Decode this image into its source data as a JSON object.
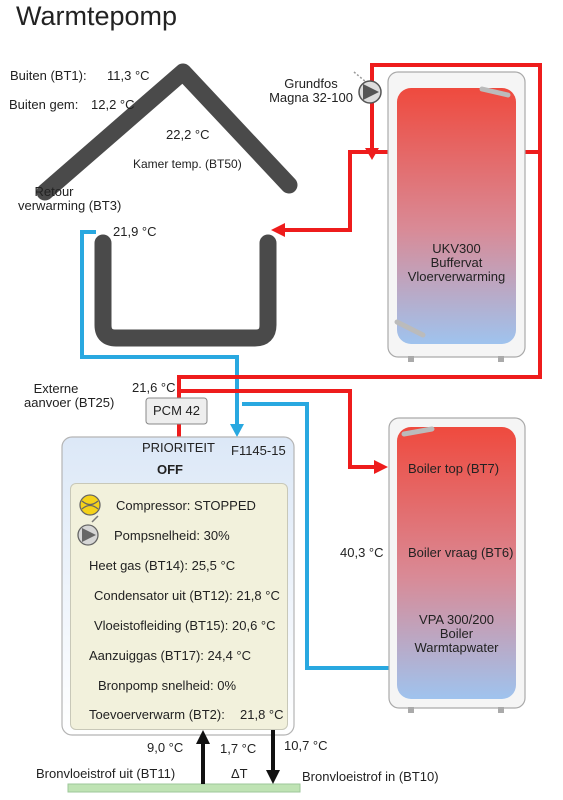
{
  "page": {
    "title": "Warmtepomp"
  },
  "outdoor": {
    "bt1_label": "Buiten (BT1):",
    "bt1_value": "11,3 °C",
    "avg_label": "Buiten gem:",
    "avg_value": "12,2 °C"
  },
  "house": {
    "room_value": "22,2 °C",
    "room_label": "Kamer temp. (BT50)"
  },
  "heating": {
    "return_label_1": "Retour",
    "return_label_2": "verwarming (BT3)",
    "return_value": "21,9 °C",
    "supply_label_1": "Externe",
    "supply_label_2": "aanvoer (BT25)",
    "supply_value": "21,6 °C"
  },
  "pump": {
    "label_1": "Grundfos",
    "label_2": "Magna 32-100"
  },
  "buffer_tank": {
    "line1": "UKV300",
    "line2": "Buffervat",
    "line3": "Vloerverwarming"
  },
  "pcm": {
    "label": "PCM 42"
  },
  "heatpump": {
    "priority_label": "PRIORITEIT",
    "priority_value": "OFF",
    "model": "F1145-15",
    "compressor": "Compressor: STOPPED",
    "pump_speed": "Pompsnelheid: 30%",
    "hot_gas": "Heet gas (BT14): 25,5 °C",
    "condenser_out": "Condensator uit (BT12): 21,8 °C",
    "liquid_line": "Vloeistofleiding (BT15): 20,6 °C",
    "suction_gas": "Aanzuiggas (BT17): 24,4 °C",
    "brine_pump": "Bronpomp snelheid: 0%",
    "supply_label": "Toevoerverwarm (BT2):",
    "supply_value": "21,8 °C"
  },
  "boiler": {
    "top": "Boiler top (BT7)",
    "demand": "Boiler vraag (BT6)",
    "demand_value": "40,3 °C",
    "line1": "VPA 300/200",
    "line2": "Boiler",
    "line3": "Warmtapwater"
  },
  "brine": {
    "out_value": "9,0 °C",
    "delta_value": "1,7 °C",
    "in_value": "10,7 °C",
    "out_label": "Bronvloeistrof uit (BT11)",
    "delta_label": "ΔT",
    "in_label": "Bronvloeistrof in (BT10)"
  },
  "colors": {
    "red": "#ee1c1c",
    "blue": "#29a8e0",
    "dark": "#444444",
    "ground": "#bfe3b4"
  },
  "icons": {
    "compressor": "compressor-icon",
    "pump": "pump-icon",
    "circulation_pump": "circulation-pump-icon"
  }
}
